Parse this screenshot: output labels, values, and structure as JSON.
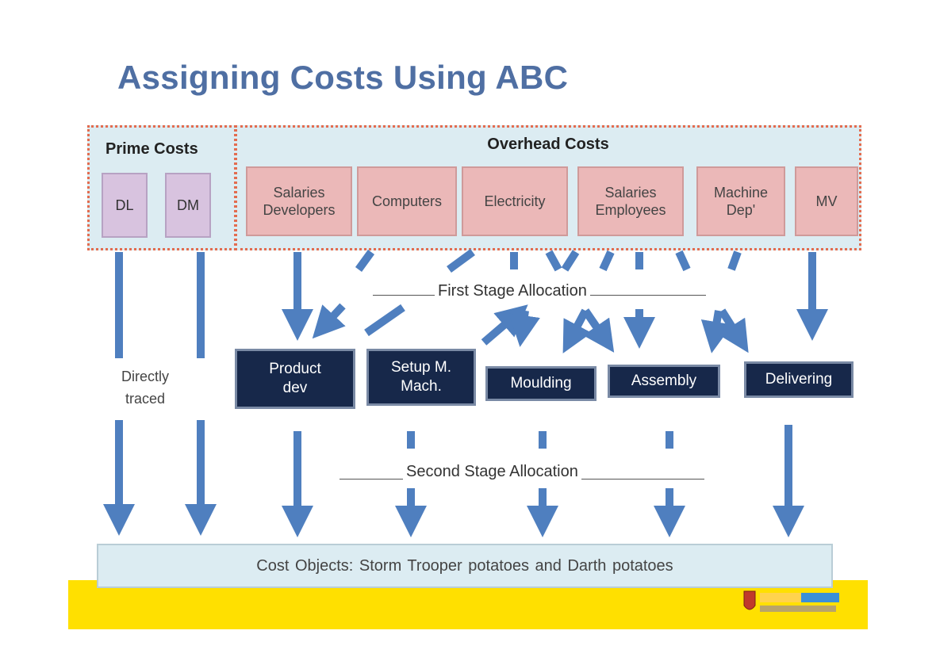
{
  "title": "Assigning Costs Using ABC",
  "prime_costs": {
    "label": "Prime Costs",
    "items": [
      "DL",
      "DM"
    ]
  },
  "overhead_costs": {
    "label": "Overhead Costs",
    "items": [
      "Salaries Developers",
      "Computers",
      "Electricity",
      "Salaries Employees",
      "Machine Dep'",
      "MV"
    ]
  },
  "first_stage_label": "First Stage Allocation",
  "second_stage_label": "Second Stage Allocation",
  "directly_traced_label": "Directly traced",
  "activity_pools": [
    "Product dev",
    "Setup M. Mach.",
    "Moulding",
    "Assembly",
    "Delivering"
  ],
  "cost_objects_label": "Cost Objects:   Storm Trooper potatoes and Darth potatoes",
  "colors": {
    "title": "#4f6fa3",
    "arrow": "#4f7fbf",
    "pool": "#17284a",
    "overhead_box": "#ebb8b8",
    "prime_box": "#d8c3df",
    "group_bg": "#dcecf2",
    "group_border": "#e36c4f",
    "footer": "#ffe000"
  }
}
